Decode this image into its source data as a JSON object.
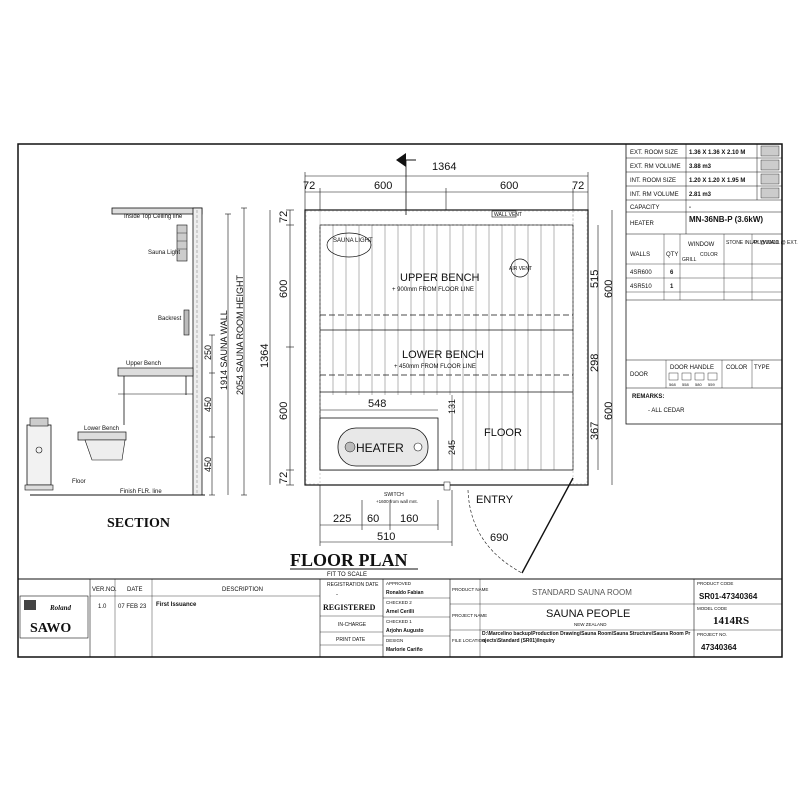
{
  "section": {
    "title": "SECTION",
    "labels": {
      "ceiling": "Inside Top Ceiling line",
      "light": "Sauna Light",
      "backrest": "Backrest",
      "upper_bench": "Upper Bench",
      "lower_bench": "Lower Bench",
      "floor": "Floor",
      "finish_floor": "Finish FLR. line"
    },
    "dims": {
      "d250": "250",
      "d450a": "450",
      "d450b": "450",
      "d1914": "1914 SAUNA WALL",
      "d2054": "2054 SAUNA ROOM HEIGHT"
    }
  },
  "floor_plan": {
    "title": "FLOOR PLAN",
    "subtitle": "FIT TO SCALE",
    "dims": {
      "total_width": "1364",
      "top_72a": "72",
      "top_600a": "600",
      "top_600b": "600",
      "top_72b": "72",
      "left_72a": "72",
      "left_600a": "600",
      "left_1364": "1364",
      "left_600b": "600",
      "left_72b": "72",
      "right_515": "515",
      "right_600a": "600",
      "right_298": "298",
      "right_600b": "600",
      "right_367": "367",
      "d548": "548",
      "d131": "131",
      "d245": "245",
      "bot_225": "225",
      "bot_60": "60",
      "bot_160": "160",
      "bot_510": "510",
      "bot_690": "690"
    },
    "labels": {
      "sauna_light": "SAUNA LIGHT",
      "wall_vent": "WALL VENT",
      "air_vent": "AIR VENT",
      "upper_bench": "UPPER BENCH",
      "upper_bench_note": "+ 900mm FROM FLOOR LINE",
      "lower_bench": "LOWER BENCH",
      "lower_bench_note": "+ 450mm FROM FLOOR LINE",
      "heater": "HEATER",
      "floor": "FLOOR",
      "entry": "ENTRY",
      "switch": "SWITCH",
      "switch_note": "+1600 from wall mnt."
    }
  },
  "spec": {
    "rows": [
      {
        "label": "EXT. ROOM SIZE",
        "value": "1.36 X 1.36 X 2.10 M"
      },
      {
        "label": "EXT. RM VOLUME",
        "value": "3.88 m3"
      },
      {
        "label": "INT. ROOM SIZE",
        "value": "1.20 X 1.20 X 1.95 M"
      },
      {
        "label": "INT. RM VOLUME",
        "value": "2.81 m3"
      },
      {
        "label": "CAPACITY",
        "value": "-"
      }
    ],
    "heater_label": "HEATER",
    "heater_value": "MN-36NB-P (3.6kW)",
    "walls_label": "WALLS",
    "qty_label": "QTY",
    "window_label": "WINDOW",
    "grill_label": "GRILL",
    "color_label": "COLOR",
    "stone_label": "STONE INLAY @ WALL",
    "plywood_label": "PLYWOOD @ EXT.",
    "wall_rows": [
      {
        "name": "4SR600",
        "qty": "6"
      },
      {
        "name": "4SR510",
        "qty": "1"
      }
    ],
    "door_label": "DOOR",
    "door_handle_label": "DOOR HANDLE",
    "door_color_label": "COLOR",
    "door_type_label": "TYPE",
    "handle_codes": [
      "568",
      "558",
      "580",
      "559"
    ],
    "remarks_label": "REMARKS:",
    "remarks_value": "- ALL CEDAR"
  },
  "title_block": {
    "logo_top": "Roland",
    "logo_main": "SAWO",
    "ver_label": "VER.NO.",
    "date_label": "DATE",
    "desc_label": "DESCRIPTION",
    "ver_value": "1.0",
    "date_value": "07 FEB 23",
    "desc_value": "First Issuance",
    "reg_date_label": "REGISTRATION DATE",
    "reg_date_value": "-",
    "registered": "REGISTERED",
    "in_charge_label": "IN-CHARGE",
    "print_date_label": "PRINT DATE",
    "approved_label": "APPROVED",
    "approved_value": "Ronaldo Fabian",
    "checked2_label": "CHECKED 2",
    "checked2_value": "Arnel Cerilli",
    "checked1_label": "CHECKED 1",
    "checked1_value": "Arjohn Augusto",
    "design_label": "DESIGN",
    "design_value": "Marlorie Cariño",
    "product_name_label": "PRODUCT NAME",
    "product_name_value": "STANDARD SAUNA ROOM",
    "project_name_label": "PROJECT NAME",
    "project_name_value": "SAUNA PEOPLE",
    "project_location": "NEW ZEALAND",
    "file_location_label": "FILE LOCATION",
    "file_location_value": "D:\\Marcelino backup\\Production Drawing\\Sauna Room\\Sauna Structure\\Sauna Room Projects\\Standard (SR01)\\Inquiry",
    "product_code_label": "PRODUCT CODE",
    "product_code_value": "SR01-47340364",
    "model_code_label": "MODEL CODE",
    "model_code_value": "1414RS",
    "project_no_label": "PROJECT NO.",
    "project_no_value": "47340364"
  }
}
